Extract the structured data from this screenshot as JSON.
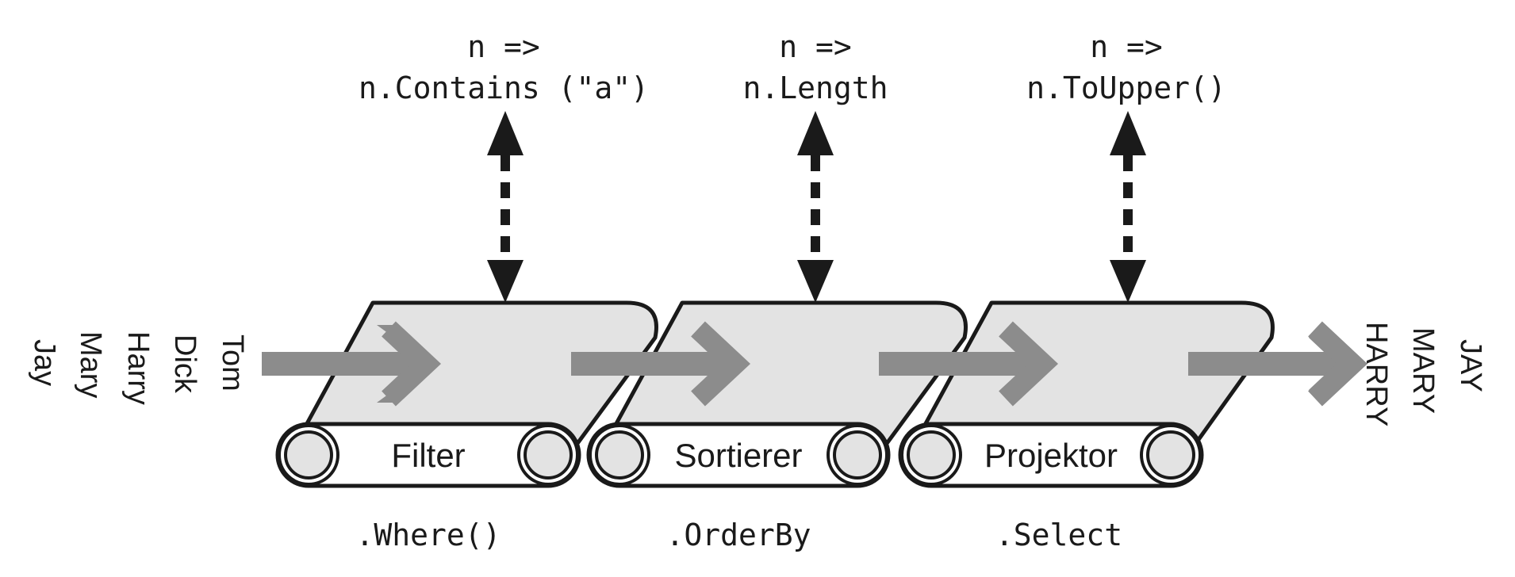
{
  "input_names": [
    "Tom",
    "Dick",
    "Harry",
    "Mary",
    "Jay"
  ],
  "output_names": [
    "JAY",
    "MARY",
    "HARRY"
  ],
  "stages": [
    {
      "label": "Filter",
      "method": ".Where()",
      "lambda_line1": "n =>",
      "lambda_line2": "n.Contains (\"a\")"
    },
    {
      "label": "Sortierer",
      "method": ".OrderBy",
      "lambda_line1": "n =>",
      "lambda_line2": "n.Length"
    },
    {
      "label": "Projektor",
      "method": ".Select",
      "lambda_line1": "n =>",
      "lambda_line2": "n.ToUpper()"
    }
  ],
  "colors": {
    "belt": "#e3e3e3",
    "flow_arrow": "#8c8c8c",
    "ink": "#1a1a1a"
  }
}
